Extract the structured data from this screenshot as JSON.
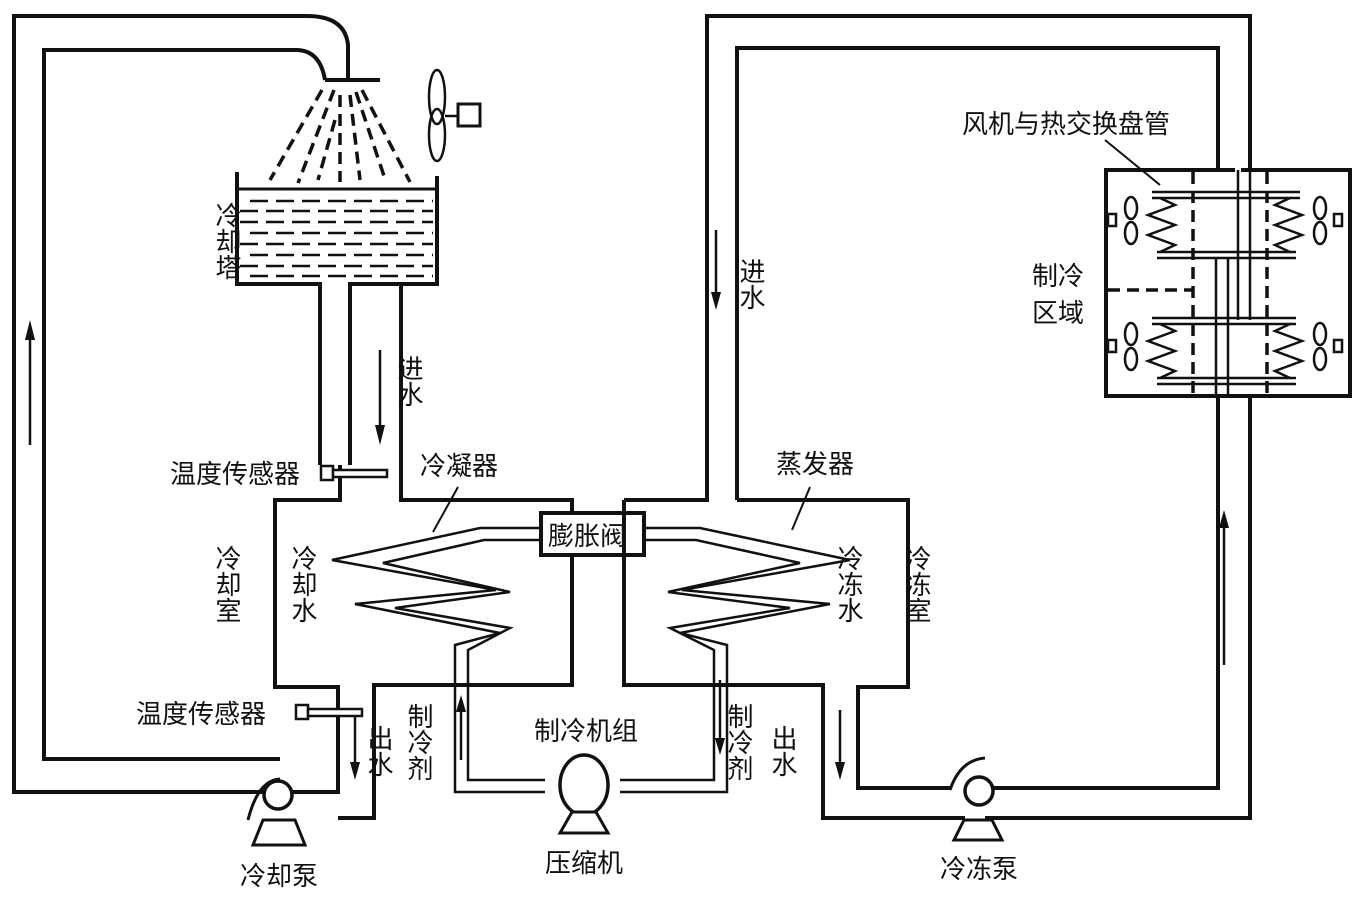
{
  "diagram": {
    "title": "制冷系统原理图",
    "components": {
      "cooling_tower": "冷却塔",
      "cooling_room": "冷却室",
      "cooling_water": "冷却水",
      "condenser": "冷凝器",
      "expansion_valve": "膨胀阀",
      "evaporator": "蒸发器",
      "chilled_water": "冷冻水",
      "freezing_room": "冷冻室",
      "refrigeration_unit": "制冷机组",
      "compressor": "压缩机",
      "cooling_pump": "冷却泵",
      "chilled_pump": "冷冻泵",
      "fan_coil": "风机与热交换盘管",
      "cooling_zone_line1": "制冷",
      "cooling_zone_line2": "区域"
    },
    "flows": {
      "inlet_water_left": "进水",
      "inlet_water_right": "进水",
      "outlet_water_left": "出水",
      "outlet_water_right": "出水",
      "refrigerant_left": "制冷剂",
      "refrigerant_right": "制冷剂"
    },
    "sensors": {
      "temp_sensor_top": "温度传感器",
      "temp_sensor_bottom": "温度传感器"
    }
  }
}
